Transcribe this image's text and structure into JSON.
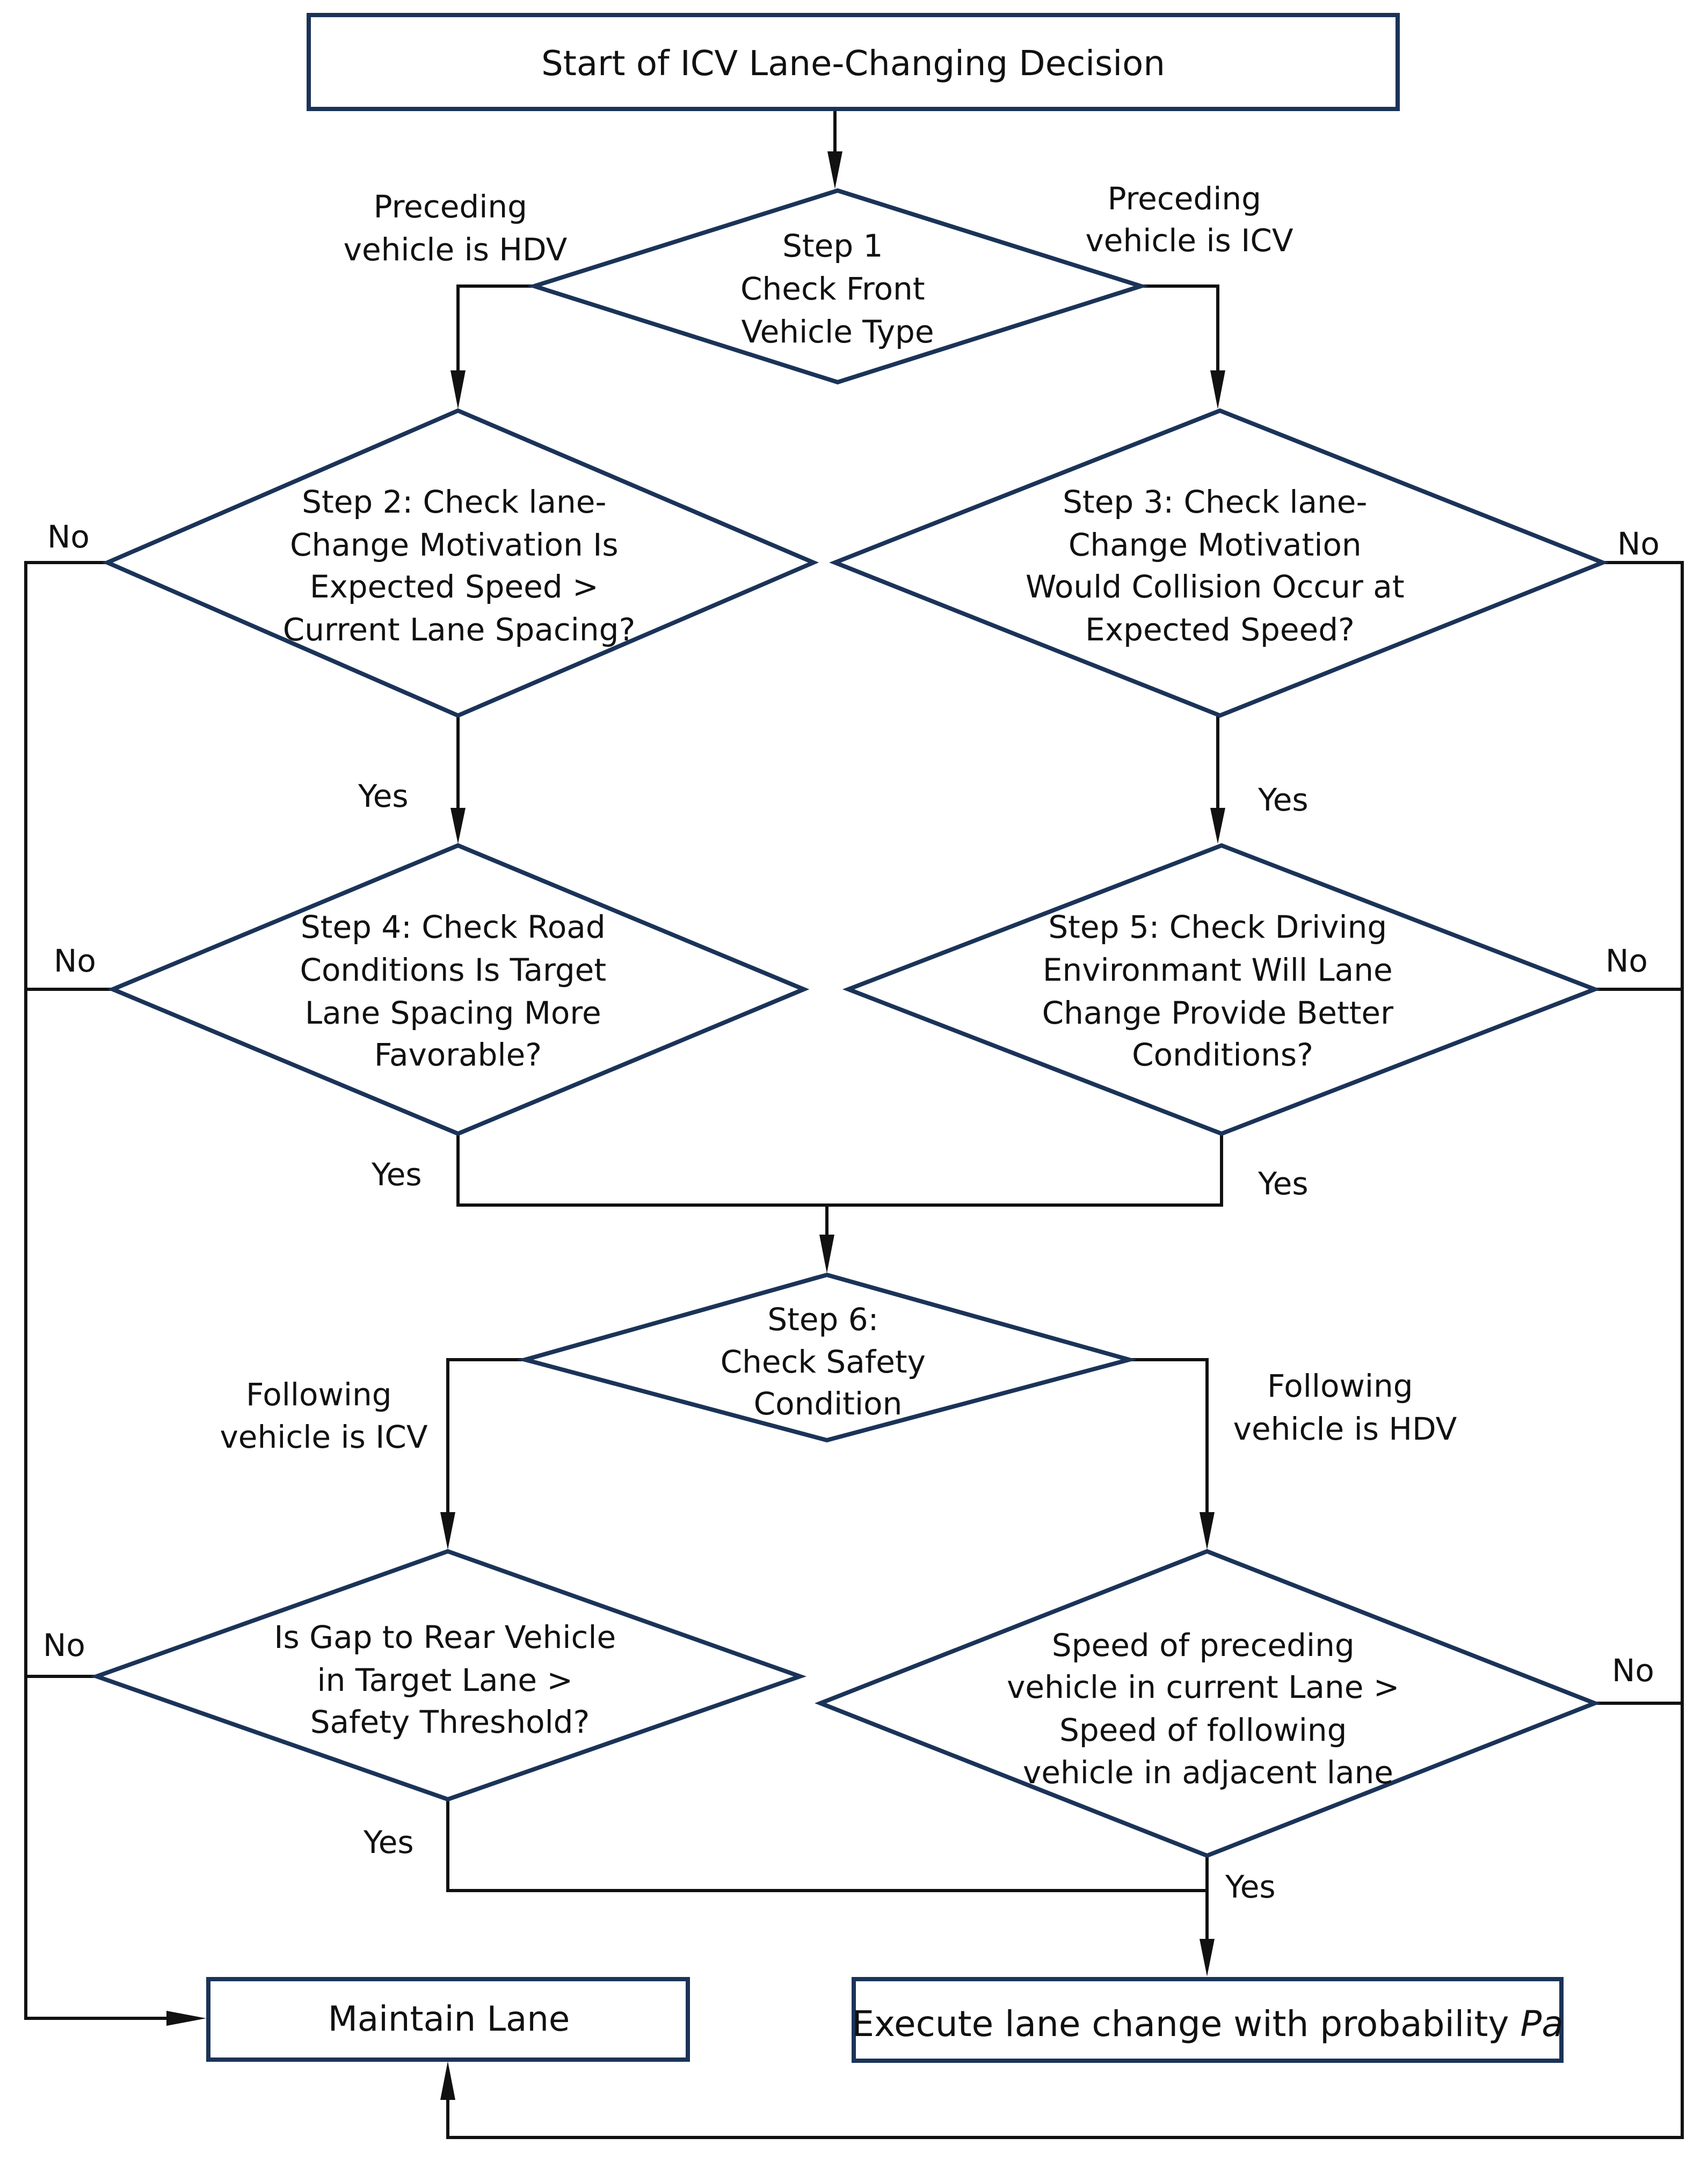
{
  "nodes": {
    "start": {
      "text": "Start of ICV Lane-Changing Decision"
    },
    "step1": {
      "lines": [
        "Step 1",
        "Check Front",
        "Vehicle Type"
      ]
    },
    "step2": {
      "lines": [
        "Step 2: Check lane-",
        "Change Motivation Is",
        "Expected Speed >",
        "Current Lane Spacing?"
      ]
    },
    "step3": {
      "lines": [
        "Step 3: Check lane-",
        "Change Motivation",
        "Would Collision Occur at",
        "Expected Speed?"
      ]
    },
    "step4": {
      "lines": [
        "Step 4: Check Road",
        "Conditions Is Target",
        "Lane Spacing More",
        "Favorable?"
      ]
    },
    "step5": {
      "lines": [
        "Step 5: Check Driving",
        "Environmant Will Lane",
        "Change Provide Better",
        "Conditions?"
      ]
    },
    "step6": {
      "lines": [
        "Step 6:",
        "Check Safety",
        "Condition"
      ]
    },
    "gap_check": {
      "lines": [
        "Is Gap to Rear Vehicle",
        "in Target Lane >",
        "Safety Threshold?"
      ]
    },
    "speed_check": {
      "lines": [
        "Speed of preceding",
        "vehicle in current Lane >",
        "Speed of following",
        "vehicle in adjacent lane"
      ]
    },
    "maintain": {
      "text": "Maintain Lane"
    },
    "execute": {
      "text": "Execute lane change with probability ",
      "symbol": "Pa"
    }
  },
  "branch_labels": {
    "preceding_hdv": [
      "Preceding",
      "vehicle is HDV"
    ],
    "preceding_icv": [
      "Preceding",
      "vehicle is ICV"
    ],
    "following_icv": [
      "Following",
      "vehicle is ICV"
    ],
    "following_hdv": [
      "Following",
      "vehicle is HDV"
    ],
    "step2_no": "No",
    "step3_no": "No",
    "step4_no": "No",
    "step5_no": "No",
    "gap_no": "No",
    "speed_no": "No",
    "step2_yes": "Yes",
    "step3_yes": "Yes",
    "step4_yes": "Yes",
    "step5_yes": "Yes",
    "gap_yes": "Yes",
    "speed_yes": "Yes"
  },
  "colors": {
    "shape_stroke": "#1b3358",
    "line": "#111111",
    "text": "#111111",
    "background": "#ffffff"
  }
}
